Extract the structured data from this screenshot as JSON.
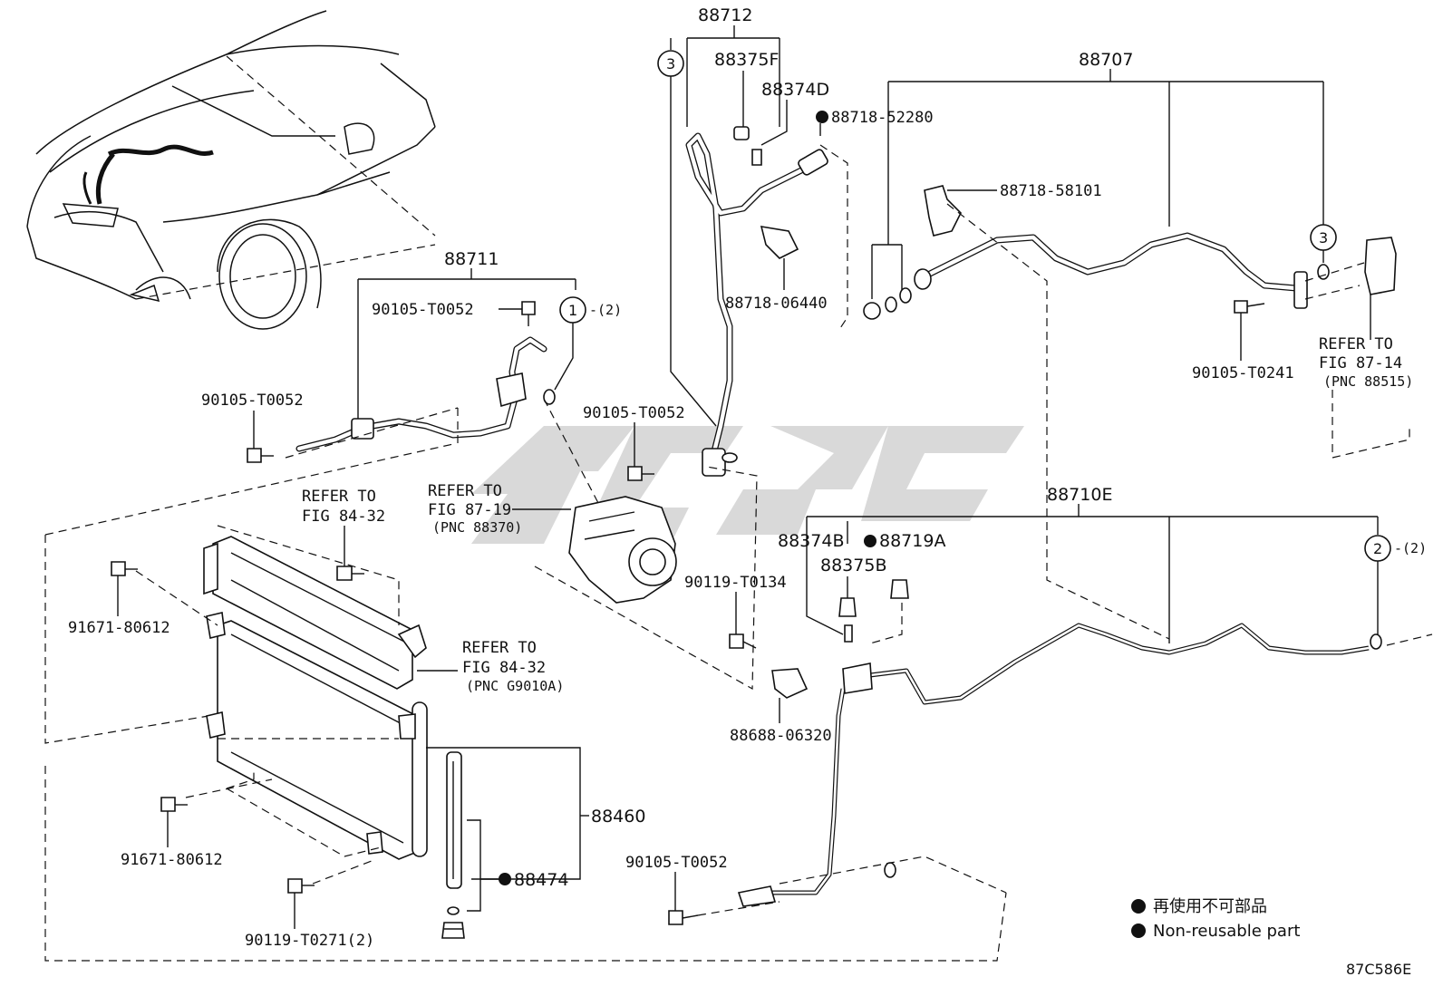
{
  "diagram": {
    "labels": {
      "p88712": "88712",
      "p88375F": "88375F",
      "p88374D": "88374D",
      "p88718_52280": "88718-52280",
      "p88707": "88707",
      "p88718_58101": "88718-58101",
      "p88718_06440": "88718-06440",
      "p88711": "88711",
      "p90105_T0052_a": "90105-T0052",
      "p90105_T0052_b": "90105-T0052",
      "p90105_T0052_c": "90105-T0052",
      "p90105_T0052_d": "90105-T0052",
      "p90105_T0241": "90105-T0241",
      "refer_1_line1": "REFER TO",
      "refer_1_line2": "FIG 87-14",
      "refer_1_line3": "(PNC 88515)",
      "refer_2_line1": "REFER TO",
      "refer_2_line2": "FIG 87-19",
      "refer_2_line3": "(PNC 88370)",
      "refer_3_line1": "REFER TO",
      "refer_3_line2": "FIG 84-32",
      "refer_4_line1": "REFER TO",
      "refer_4_line2": "FIG 84-32",
      "refer_4_line3": "(PNC G9010A)",
      "p88710E": "88710E",
      "p88374B": "88374B",
      "p88719A": "88719A",
      "p88375B": "88375B",
      "p90119_T0134": "90119-T0134",
      "p91671_80612_a": "91671-80612",
      "p91671_80612_b": "91671-80612",
      "p88688_06320": "88688-06320",
      "p88460": "88460",
      "p88474": "88474",
      "p90119_T0271": "90119-T0271(2)",
      "qty_2_a": "-(2)",
      "qty_2_b": "-(2)"
    },
    "circle_numbers": {
      "c3_top": "3",
      "c3_right": "3",
      "c1": "1",
      "c2": "2"
    },
    "legend": {
      "line1": "再使用不可部品",
      "line2": "Non-reusable part"
    },
    "figure_code": "87C586E"
  }
}
